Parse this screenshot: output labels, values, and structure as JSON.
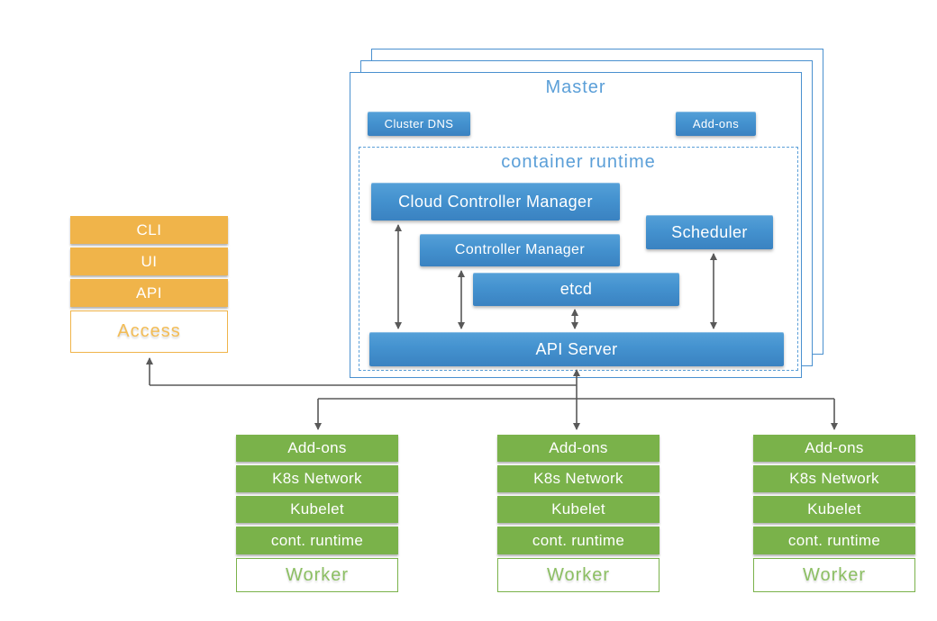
{
  "master": {
    "title": "Master",
    "cluster_dns": "Cluster DNS",
    "addons": "Add-ons",
    "container_runtime": "container runtime",
    "cloud_controller_manager": "Cloud Controller Manager",
    "controller_manager": "Controller Manager",
    "scheduler": "Scheduler",
    "etcd": "etcd",
    "api_server": "API Server"
  },
  "access": {
    "rows": [
      "CLI",
      "UI",
      "API"
    ],
    "label": "Access"
  },
  "worker": {
    "rows": [
      "Add-ons",
      "K8s Network",
      "Kubelet",
      "cont. runtime"
    ],
    "label": "Worker"
  },
  "colors": {
    "box_blue_top": "#55a0d8",
    "box_blue_bottom": "#3a82c1",
    "title_blue": "#5b9fd8",
    "panel_border_blue": "#4a90cf",
    "orange": "#f0b44a",
    "orange_text": "#f3bc55",
    "green": "#7ab24a",
    "green_text": "#8cbf63",
    "line_gray": "#595959"
  }
}
